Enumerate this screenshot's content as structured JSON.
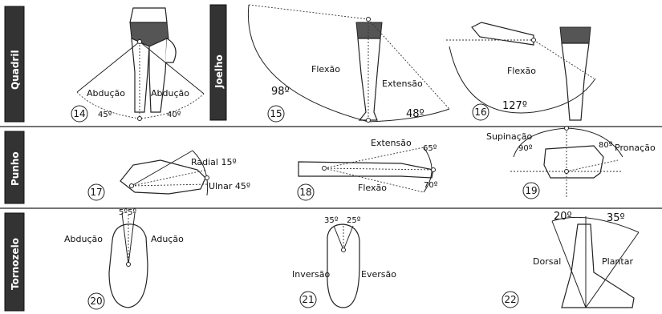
{
  "sections": {
    "hip": "Quadril",
    "knee": "Joelho",
    "wrist": "Punho",
    "ankle": "Tornozelo"
  },
  "figures": {
    "f14": {
      "number": "14",
      "left_label": "Abdução",
      "right_label": "Abdução",
      "left_deg": "45º",
      "right_deg": "40º"
    },
    "f15": {
      "number": "15",
      "flex_label": "Flexão",
      "ext_label": "Extensão",
      "flex_deg": "98º",
      "ext_deg": "48º"
    },
    "f16": {
      "number": "16",
      "flex_label": "Flexão",
      "flex_deg": "127º"
    },
    "f17": {
      "number": "17",
      "radial": "Radial 15º",
      "ulnar": "Ulnar 45º"
    },
    "f18": {
      "number": "18",
      "ext_label": "Extensão",
      "flex_label": "Flexão",
      "ext_deg": "65º",
      "flex_deg": "70º"
    },
    "f19": {
      "number": "19",
      "sup_label": "Supinação",
      "pron_label": "Pronação",
      "sup_deg": "90º",
      "pron_deg": "80º"
    },
    "f20": {
      "number": "20",
      "abd_label": "Abdução",
      "add_label": "Adução",
      "deg": "5º5º"
    },
    "f21": {
      "number": "21",
      "inv_label": "Inversão",
      "ev_label": "Eversão",
      "inv_deg": "35º",
      "ev_deg": "25º"
    },
    "f22": {
      "number": "22",
      "dorsal_label": "Dorsal",
      "plantar_label": "Plantar",
      "dorsal_deg": "20º",
      "plantar_deg": "35º"
    }
  }
}
